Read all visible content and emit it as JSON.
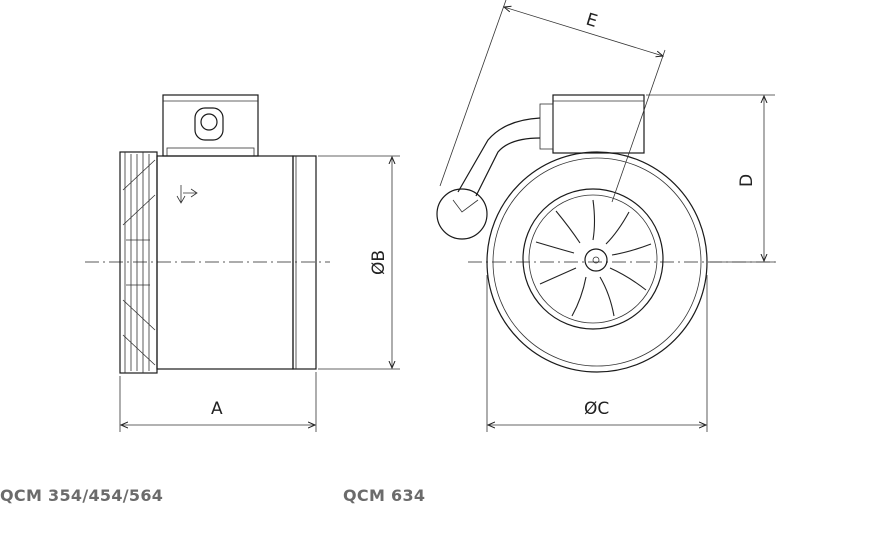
{
  "labels": {
    "dim_a": "A",
    "dim_b": "ØB",
    "dim_c": "ØC",
    "dim_d": "D",
    "dim_e": "E"
  },
  "captions": {
    "left_model": "QCM 354/454/564",
    "right_model": "QCM 634"
  }
}
